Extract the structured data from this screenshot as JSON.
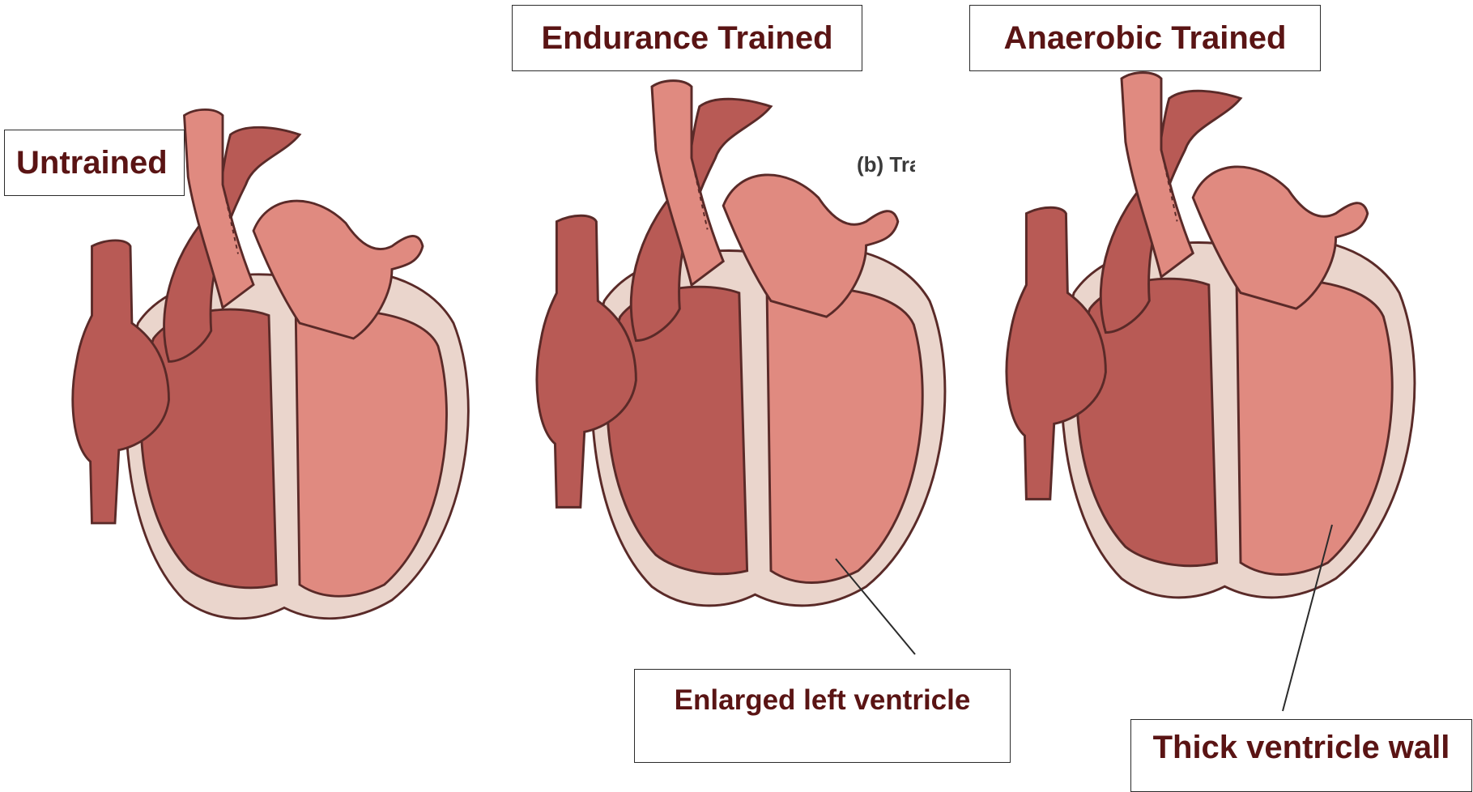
{
  "labels": {
    "untrained": "Untrained",
    "endurance": "Endurance Trained",
    "anaerobic": "Anaerobic Trained",
    "enlarged_ventricle": "Enlarged left ventricle",
    "thick_wall": "Thick ventricle wall",
    "panel_tag": "(b) Tra"
  },
  "colors": {
    "dark_chamber": "#b85a55",
    "light_chamber": "#e08a80",
    "wall": "#ead5cc",
    "outline": "#5a2a28",
    "label_text": "#5a1414"
  }
}
